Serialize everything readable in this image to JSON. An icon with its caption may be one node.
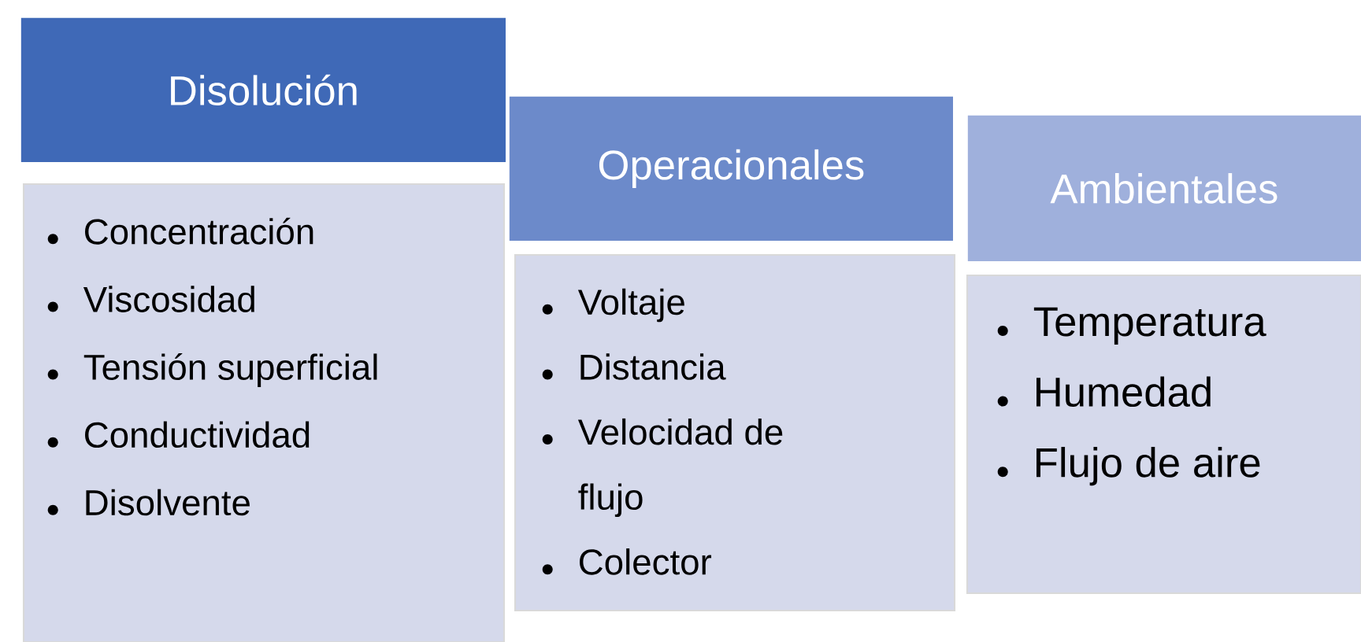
{
  "diagram": {
    "nodes": [
      {
        "text": [
          "Disolución"
        ]
      },
      {
        "text": [
          "Concentración",
          "Viscosidad",
          "Tensión superficial",
          "Conductividad",
          "Disolvente"
        ]
      },
      {
        "text": [
          "Operacionales"
        ]
      },
      {
        "text": [
          "Voltaje",
          "Distancia",
          "Velocidad de flujo",
          "Colector"
        ]
      },
      {
        "text": [
          "Ambientales"
        ]
      },
      {
        "text": [
          "Temperatura",
          "Humedad",
          "Flujo de aire"
        ]
      }
    ]
  }
}
